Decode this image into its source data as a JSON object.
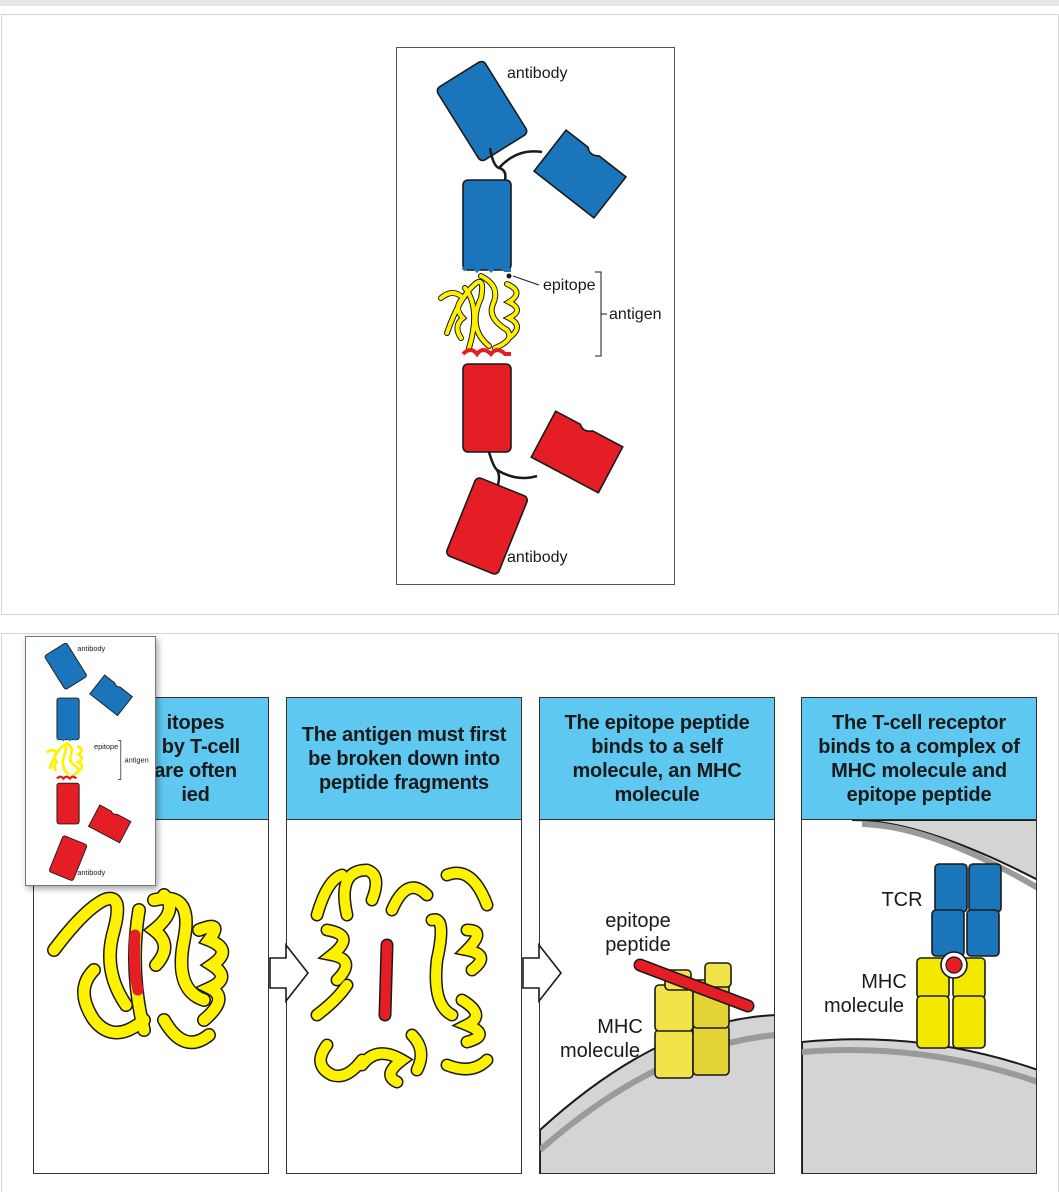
{
  "figure": {
    "labels": {
      "antibody_top": "antibody",
      "epitope": "epitope",
      "antigen": "antigen",
      "antibody_bottom": "antibody"
    },
    "colors": {
      "antibody_top": "#1b75bb",
      "antibody_bottom": "#e51d25",
      "antigen": "#fff200",
      "panel_header": "#5ec8f0"
    }
  },
  "thumbnail": {
    "labels": {
      "antibody_top": "antibody",
      "epitope": "epitope",
      "antigen": "antigen",
      "antibody_bottom": "antibody"
    }
  },
  "panels": [
    {
      "title": "Epitopes recognized by T-cell receptors are often buried",
      "visible_title_lines": [
        "itopes",
        "l by T-cell",
        "are often",
        "ied"
      ]
    },
    {
      "title": "The antigen must first be broken down into peptide fragments"
    },
    {
      "title": "The epitope peptide binds to a self molecule, an MHC molecule",
      "labels": {
        "epitope_line1": "epitope",
        "epitope_line2": "peptide",
        "mhc_line1": "MHC",
        "mhc_line2": "molecule"
      }
    },
    {
      "title": "The T-cell receptor binds to a complex of MHC molecule and epitope peptide",
      "labels": {
        "tcr": "TCR",
        "mhc_line1": "MHC",
        "mhc_line2": "molecule"
      }
    }
  ]
}
